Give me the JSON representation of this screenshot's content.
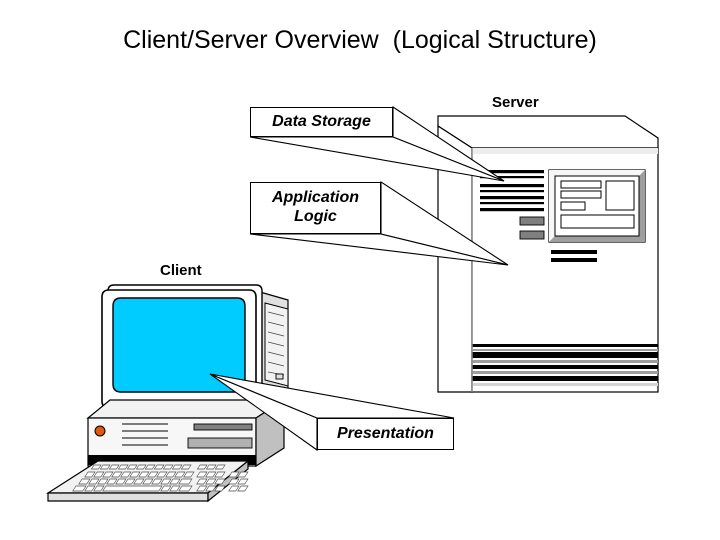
{
  "slide": {
    "title": "Client/Server Overview  (Logical Structure)",
    "background_color": "#ffffff"
  },
  "labels": {
    "server": "Server",
    "client": "Client"
  },
  "callouts": [
    {
      "id": "data-storage",
      "text": "Data Storage",
      "target": "server",
      "style": "bold-italic"
    },
    {
      "id": "application-logic",
      "text": "Application\nLogic",
      "target": "server",
      "style": "bold-italic"
    },
    {
      "id": "presentation",
      "text": "Presentation",
      "target": "client",
      "style": "bold-italic"
    }
  ],
  "colors": {
    "outline": "#000000",
    "screen_cyan": "#00ccff",
    "case_light": "#f2f2f2",
    "case_shadow": "#c0c0c0",
    "slot_gray": "#808080",
    "led_orange": "#e05a10",
    "white": "#ffffff"
  },
  "diagram": {
    "type": "three-tier-client-server",
    "tiers": [
      "Data Storage",
      "Application Logic",
      "Presentation"
    ],
    "nodes": [
      "Server",
      "Client"
    ]
  }
}
